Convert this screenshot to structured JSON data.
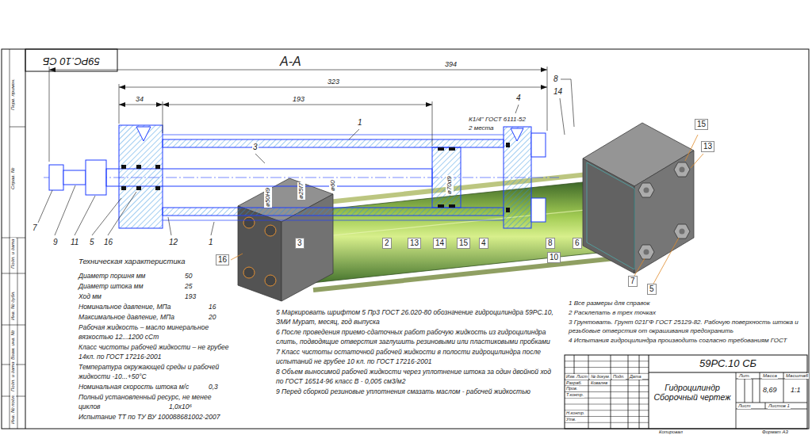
{
  "diagram": {
    "nodes": [
      {
        "text": [
          "59РС.10 СБ"
        ]
      },
      {
        "text": [
          "59РС.10 СБ"
        ]
      },
      {
        "text": [
          "Гидроцилиндр Сборочный чертеж"
        ]
      }
    ],
    "labels": [
      "А-А",
      "394",
      "323",
      "34",
      "193",
      "К1/4\" ГОСТ 6111-52",
      "2 места",
      "ø50Н9",
      "ø25f7",
      "ø60",
      "ø70d9",
      "7",
      "9",
      "11",
      "5",
      "16",
      "12",
      "1",
      "1",
      "3",
      "8",
      "14",
      "4",
      "3",
      "2",
      "13",
      "14",
      "15",
      "4",
      "8",
      "10",
      "6",
      "16",
      "15",
      "13",
      "7",
      "5",
      "Техническая характеристика",
      "Диаметр поршня мм",
      "50",
      "Диаметр штока мм",
      "25",
      "Ход мм",
      "193",
      "Номинальное давление, МПа",
      "16",
      "Максимальное давление, МПа",
      "20",
      "Рабочая жидкость – масло минеральное вязкостью 12...1200 сСт",
      "Класс чистоты рабочей жидкости – не грубее 14кл. по ГОСТ 17216-2001",
      "Температура окружающей среды и рабочей жидкости -10...+50°С",
      "Номинальная скорость штока м/с",
      "0,3",
      "Полный установленный ресурс, не менее циклов",
      "1,0х10⁶",
      "Испытание ТТ по ТУ ВУ 100088681002-2007",
      "5 Маркировать шрифтом 5 Пр3 ГОСТ 26.020-80 обозначение гидроцилиндра 59РС.10, ЗМИ Мурат, месяц, год выпуска",
      "6 После проведения приемо-сдаточных работ рабочую жидкость из гидроцилиндра слить, подводящие отверстия заглушить резиновыми или пластиковыми пробками",
      "7 Класс чистоты остаточной рабочей жидкости в полости гидроцилиндра после испытаний не грубее 10 кл. по ГОСТ 17216-2001",
      "8 Объем выносимой рабочей жидкости через уплотнение штока за один двойной ход по ГОСТ 16514-96 класс В - 0,005 см3/м2",
      "9 Перед сборкой резиновые уплотнения смазать маслом - рабочей жидкостью",
      "1 Все размеры для справок",
      "2 Расклепать в трех точках",
      "3 Грунтовать. Грунт 021ГФ ГОСТ 25129-82. Рабочую поверхность штока и резьбовые отверстия от окрашивания предохранить",
      "4 Испытания гидроцилиндра производить согласно требованиям ГОСТ",
      "Изм.",
      "Лист",
      "№ докум.",
      "Подп.",
      "Дата",
      "Разраб.",
      "Ковалев",
      "Пров.",
      "Т.контр.",
      "Н.контр.",
      "Утв.",
      "Лит.",
      "Масса",
      "Масштаб",
      "8,69",
      "1:1",
      "Лист",
      "Листов 1",
      "Копировал",
      "Формат А3",
      "Перв. примен.",
      "Справ. №",
      "Подп. и дата",
      "Инв. № дубл.",
      "Взам. инв. №",
      "Подп. и дата",
      "Инв. № подл."
    ]
  }
}
